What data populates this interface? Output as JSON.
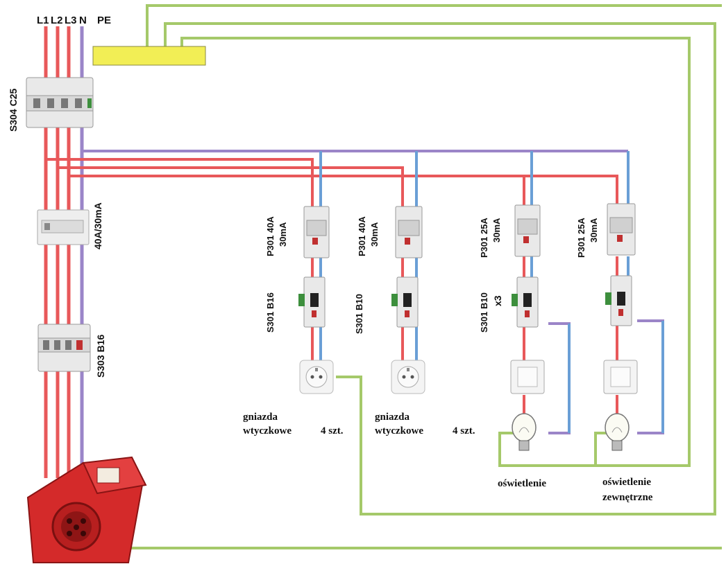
{
  "supply_labels": {
    "l1": "L1",
    "l2": "L2",
    "l3": "L3",
    "n": "N",
    "pe": "PE"
  },
  "main_breaker": "S304 C25",
  "main_rcd": "40A/30mA",
  "three_phase_breaker": "S303 B16",
  "circuits": [
    {
      "rcd": "P301 40A",
      "rcd_sens": "30mA",
      "mcb": "S301 B16",
      "load_line1": "gniazda",
      "load_line2": "wtyczkowe",
      "load_qty": "4 szt."
    },
    {
      "rcd": "P301 40A",
      "rcd_sens": "30mA",
      "mcb": "S301 B10",
      "load_line1": "gniazda",
      "load_line2": "wtyczkowe",
      "load_qty": "4 szt."
    },
    {
      "rcd": "P301 25A",
      "rcd_sens": "30mA",
      "mcb": "S301 B10",
      "mcb_qty": "x3",
      "load_line1": "oświetlenie"
    },
    {
      "rcd": "P301 25A",
      "rcd_sens": "30mA",
      "load_line1": "oświetlenie",
      "load_line2": "zewnętrzne"
    }
  ],
  "colors": {
    "phase": "#e8585a",
    "neutral": "#9b85c8",
    "blue": "#6a9fd6",
    "pe": "#a5c96a",
    "pe_bar": "#f2ee55",
    "device": "#e9e9e9",
    "red_socket": "#d42a2a"
  }
}
